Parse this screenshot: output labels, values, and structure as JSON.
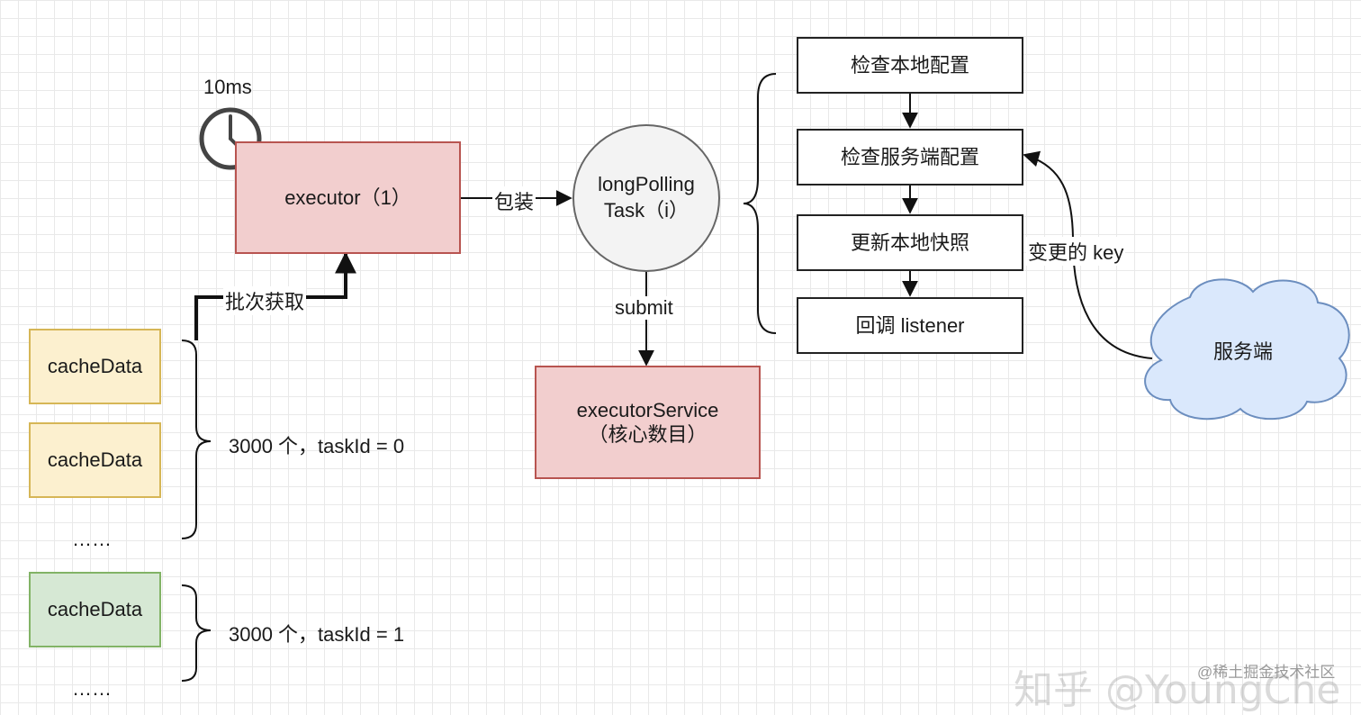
{
  "timer_label": "10ms",
  "executor_label": "executor（1）",
  "wrap_label": "包装",
  "long_polling": {
    "line1": "longPolling",
    "line2": "Task（i）"
  },
  "submit_label": "submit",
  "executor_service": {
    "line1": "executorService",
    "line2": "（核心数目）"
  },
  "batch_label": "批次获取",
  "cache_items": [
    "cacheData",
    "cacheData",
    "cacheData"
  ],
  "ellipsis": "……",
  "group0_label": "3000 个，taskId = 0",
  "group1_label": "3000 个，taskId = 1",
  "steps": [
    "检查本地配置",
    "检查服务端配置",
    "更新本地快照",
    "回调 listener"
  ],
  "changed_key_label": "变更的 key",
  "server_label": "服务端",
  "watermark": {
    "zhihu": "知乎 @YoungChe",
    "juejin": "@稀土掘金技术社区"
  },
  "colors": {
    "red_fill": "#f2cece",
    "red_stroke": "#b85450",
    "yellow_fill": "#fcf0cf",
    "yellow_stroke": "#d6b656",
    "green_fill": "#d6e8d4",
    "green_stroke": "#82b366",
    "cloud_fill": "#dae8fc",
    "cloud_stroke": "#6c8ebf"
  },
  "icons": [
    "clock-icon",
    "cloud-shape"
  ]
}
